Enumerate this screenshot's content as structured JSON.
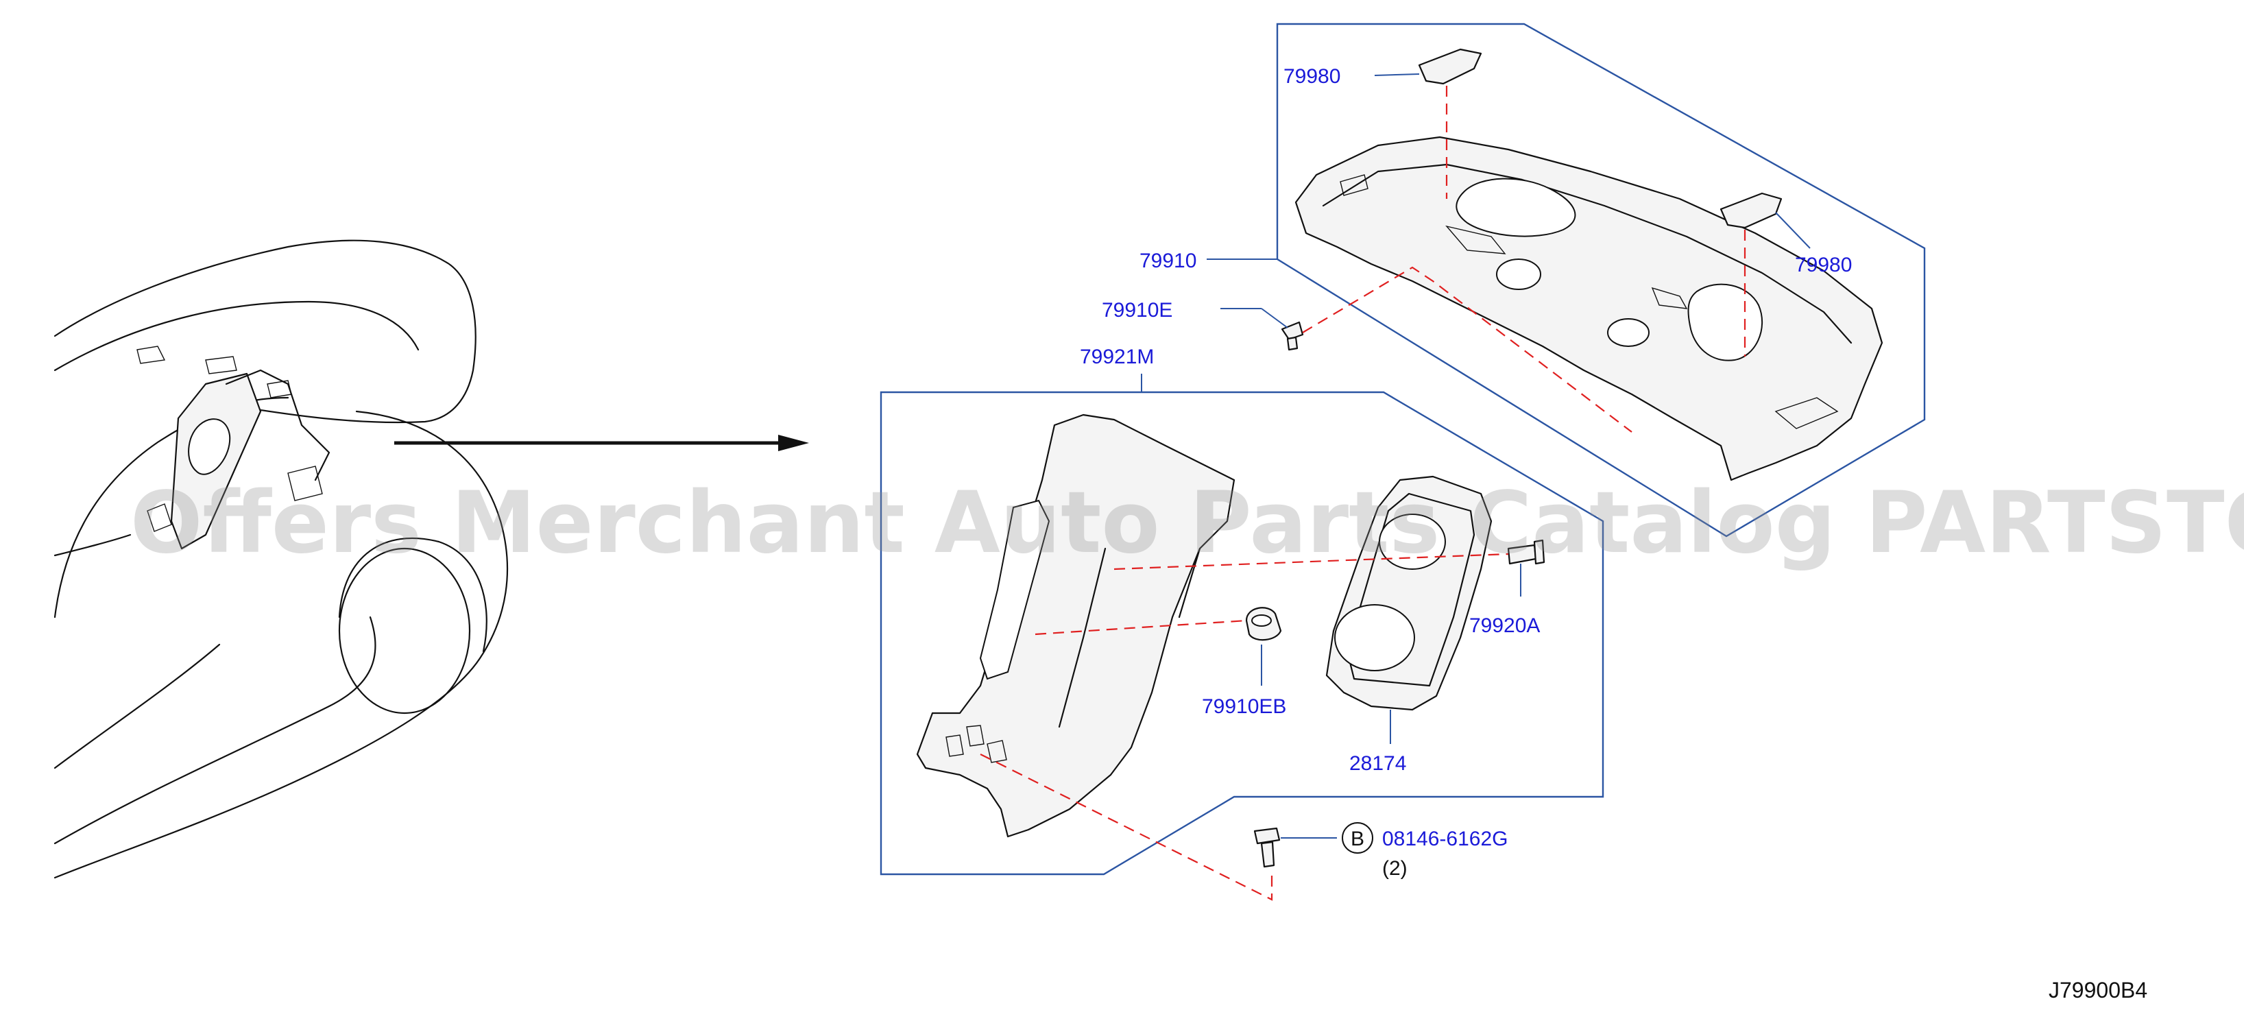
{
  "diagram_code": "J79900B4",
  "watermark": "Offers Merchant Auto Parts Catalog PARTSTORE.SA",
  "colors": {
    "callout": "#1a1ad8",
    "frame": "#2b55a3",
    "fastener_path": "#e02020"
  },
  "parts": {
    "rear_parcel_shelf": "79910",
    "shelf_cap_left": "79980",
    "shelf_cap_right": "79980",
    "shelf_clip": "79910E",
    "side_finisher": "79921M",
    "grommet_clip": "79910EB",
    "speaker_grille": "28174",
    "screw": "79920A",
    "bolt": "08146-6162G",
    "bolt_symbol": "B",
    "bolt_qty": "(2)"
  }
}
